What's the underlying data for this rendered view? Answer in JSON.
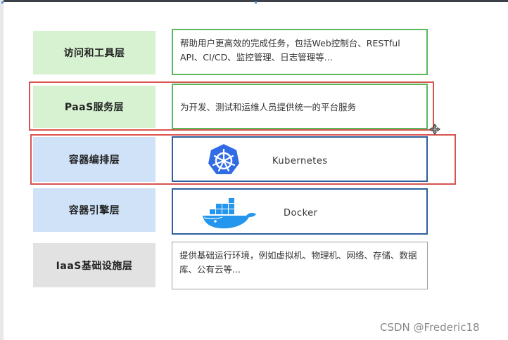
{
  "layers": [
    {
      "label": "访问和工具层",
      "description": "帮助用户更高效的完成任务，包括Web控制台、RESTful API、CI/CD、监控管理、日志管理等..."
    },
    {
      "label": "PaaS服务层",
      "description": "为开发、测试和运维人员提供统一的平台服务"
    },
    {
      "label": "容器编排层",
      "description": "Kubernetes",
      "icon": "kubernetes-logo"
    },
    {
      "label": "容器引擎层",
      "description": "Docker",
      "icon": "docker-logo"
    },
    {
      "label": "IaaS基础设施层",
      "description": "提供基础运行环境，例如虚拟机、物理机、网络、存储、数据库、公有云等..."
    }
  ],
  "colors": {
    "green_fill": "#d6f2d0",
    "green_border": "#5cb85c",
    "blue_fill": "#cfe2f8",
    "blue_border": "#2e5f9e",
    "gray_fill": "#e2e2e2",
    "gray_border": "#a0a0a0",
    "highlight_red": "#d9534f",
    "kubernetes_blue": "#326ce5",
    "docker_blue": "#2496ed"
  },
  "watermark": "CSDN @Frederic18"
}
